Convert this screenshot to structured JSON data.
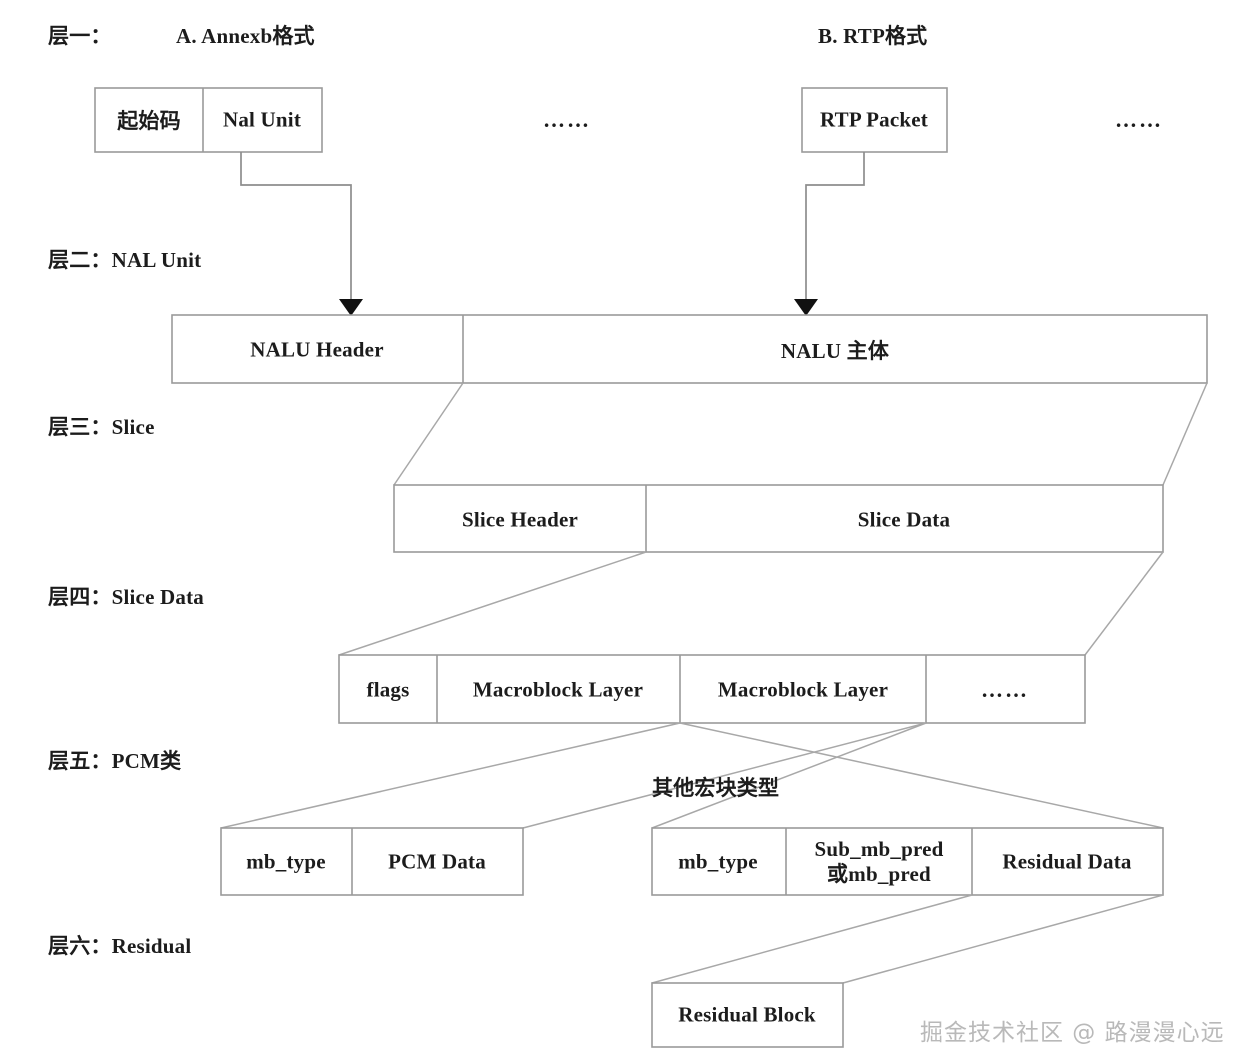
{
  "diagram": {
    "title_a": "A. Annexb格式",
    "title_b": "B. RTP格式",
    "layers": [
      {
        "id": "layer-1",
        "label": "层一："
      },
      {
        "id": "layer-2",
        "label": "层二：NAL Unit"
      },
      {
        "id": "layer-3",
        "label": "层三：Slice"
      },
      {
        "id": "layer-4",
        "label": "层四：Slice Data"
      },
      {
        "id": "layer-5",
        "label": "层五：PCM类"
      },
      {
        "id": "layer-6",
        "label": "层六：Residual"
      }
    ],
    "row_annexb": {
      "cells": [
        {
          "label": "起始码"
        },
        {
          "label": "Nal Unit"
        }
      ],
      "ellipsis": "……"
    },
    "row_rtp": {
      "cells": [
        {
          "label": "RTP Packet"
        }
      ],
      "ellipsis": "……"
    },
    "row_nalu": {
      "cells": [
        {
          "label": "NALU Header"
        },
        {
          "label": "NALU 主体"
        }
      ]
    },
    "row_slice": {
      "cells": [
        {
          "label": "Slice Header"
        },
        {
          "label": "Slice Data"
        }
      ]
    },
    "row_slice_data": {
      "cells": [
        {
          "label": "flags"
        },
        {
          "label": "Macroblock Layer"
        },
        {
          "label": "Macroblock Layer"
        },
        {
          "label": "……"
        }
      ]
    },
    "row_pcm": {
      "cells": [
        {
          "label": "mb_type"
        },
        {
          "label": "PCM Data"
        }
      ]
    },
    "row_other_mb": {
      "note": "其他宏块类型",
      "cells": [
        {
          "label": "mb_type"
        },
        {
          "label": "Sub_mb_pred\n或mb_pred"
        },
        {
          "label": "Residual Data"
        }
      ]
    },
    "row_residual": {
      "cells": [
        {
          "label": "Residual Block"
        }
      ]
    },
    "watermark": "掘金技术社区 @ 路漫漫心远",
    "colors": {
      "box_stroke": "#9a9a9a",
      "connector": "#a8a8a8",
      "arrow": "#111111",
      "text": "#1c1c1c",
      "watermark": "#b9b9b9",
      "background": "#ffffff"
    }
  }
}
